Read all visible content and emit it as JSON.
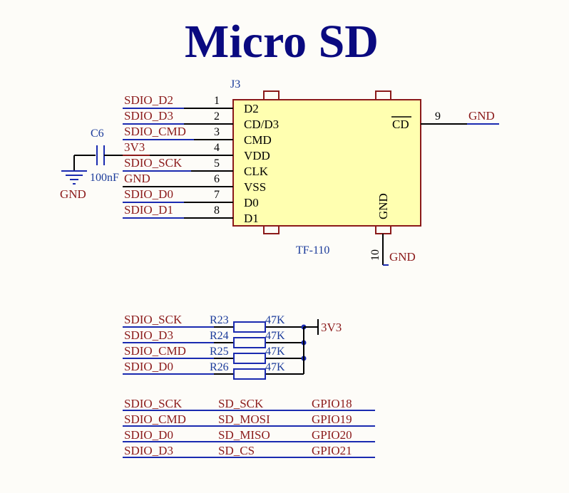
{
  "title": "Micro SD",
  "connector": {
    "designator": "J3",
    "part": "TF-110",
    "left_pins": [
      {
        "num": "1",
        "name": "D2",
        "net": "SDIO_D2"
      },
      {
        "num": "2",
        "name": "CD/D3",
        "net": "SDIO_D3"
      },
      {
        "num": "3",
        "name": "CMD",
        "net": "SDIO_CMD"
      },
      {
        "num": "4",
        "name": "VDD",
        "net": "3V3"
      },
      {
        "num": "5",
        "name": "CLK",
        "net": "SDIO_SCK"
      },
      {
        "num": "6",
        "name": "VSS",
        "net": "GND"
      },
      {
        "num": "7",
        "name": "D0",
        "net": "SDIO_D0"
      },
      {
        "num": "8",
        "name": "D1",
        "net": "SDIO_D1"
      }
    ],
    "pin9": {
      "num": "9",
      "name": "CD",
      "net": "GND"
    },
    "pin10": {
      "num": "10",
      "name": "GND",
      "net": "GND"
    }
  },
  "capacitor": {
    "designator": "C6",
    "value": "100nF",
    "gnd": "GND"
  },
  "pullups": {
    "rail": "3V3",
    "rows": [
      {
        "net": "SDIO_SCK",
        "ref": "R23",
        "value": "47K"
      },
      {
        "net": "SDIO_D3",
        "ref": "R24",
        "value": "47K"
      },
      {
        "net": "SDIO_CMD",
        "ref": "R25",
        "value": "47K"
      },
      {
        "net": "SDIO_D0",
        "ref": "R26",
        "value": "47K"
      }
    ]
  },
  "mapping": [
    {
      "net": "SDIO_SCK",
      "func": "SD_SCK",
      "gpio": "GPIO18"
    },
    {
      "net": "SDIO_CMD",
      "func": "SD_MOSI",
      "gpio": "GPIO19"
    },
    {
      "net": "SDIO_D0",
      "func": "SD_MISO",
      "gpio": "GPIO20"
    },
    {
      "net": "SDIO_D3",
      "func": "SD_CS",
      "gpio": "GPIO21"
    }
  ]
}
